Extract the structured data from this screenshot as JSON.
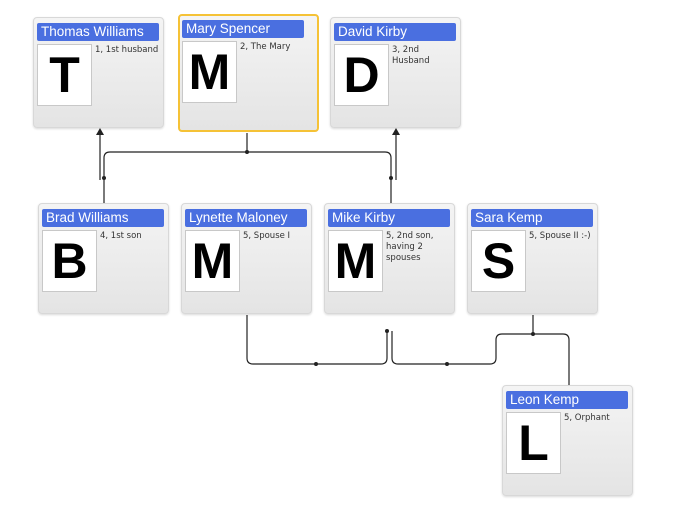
{
  "people": [
    {
      "key": "thomas",
      "name": "Thomas Williams",
      "initial": "T",
      "desc": "1, 1st husband",
      "selected": false
    },
    {
      "key": "mary",
      "name": "Mary Spencer",
      "initial": "M",
      "desc": "2, The Mary",
      "selected": true
    },
    {
      "key": "david",
      "name": "David Kirby",
      "initial": "D",
      "desc": "3, 2nd Husband",
      "selected": false
    },
    {
      "key": "brad",
      "name": "Brad Williams",
      "initial": "B",
      "desc": "4, 1st son",
      "selected": false
    },
    {
      "key": "lynette",
      "name": "Lynette Maloney",
      "initial": "M",
      "desc": "5, Spouse I",
      "selected": false
    },
    {
      "key": "mike",
      "name": "Mike Kirby",
      "initial": "M",
      "desc": "5, 2nd son, having 2 spouses",
      "selected": false
    },
    {
      "key": "sara",
      "name": "Sara Kemp",
      "initial": "S",
      "desc": "5, Spouse II :-)",
      "selected": false
    },
    {
      "key": "leon",
      "name": "Leon Kemp",
      "initial": "L",
      "desc": "5, Orphant",
      "selected": false
    }
  ],
  "colors": {
    "title_bg": "#4a6fe0",
    "selected_border": "#f5c236",
    "connector": "#222222"
  }
}
